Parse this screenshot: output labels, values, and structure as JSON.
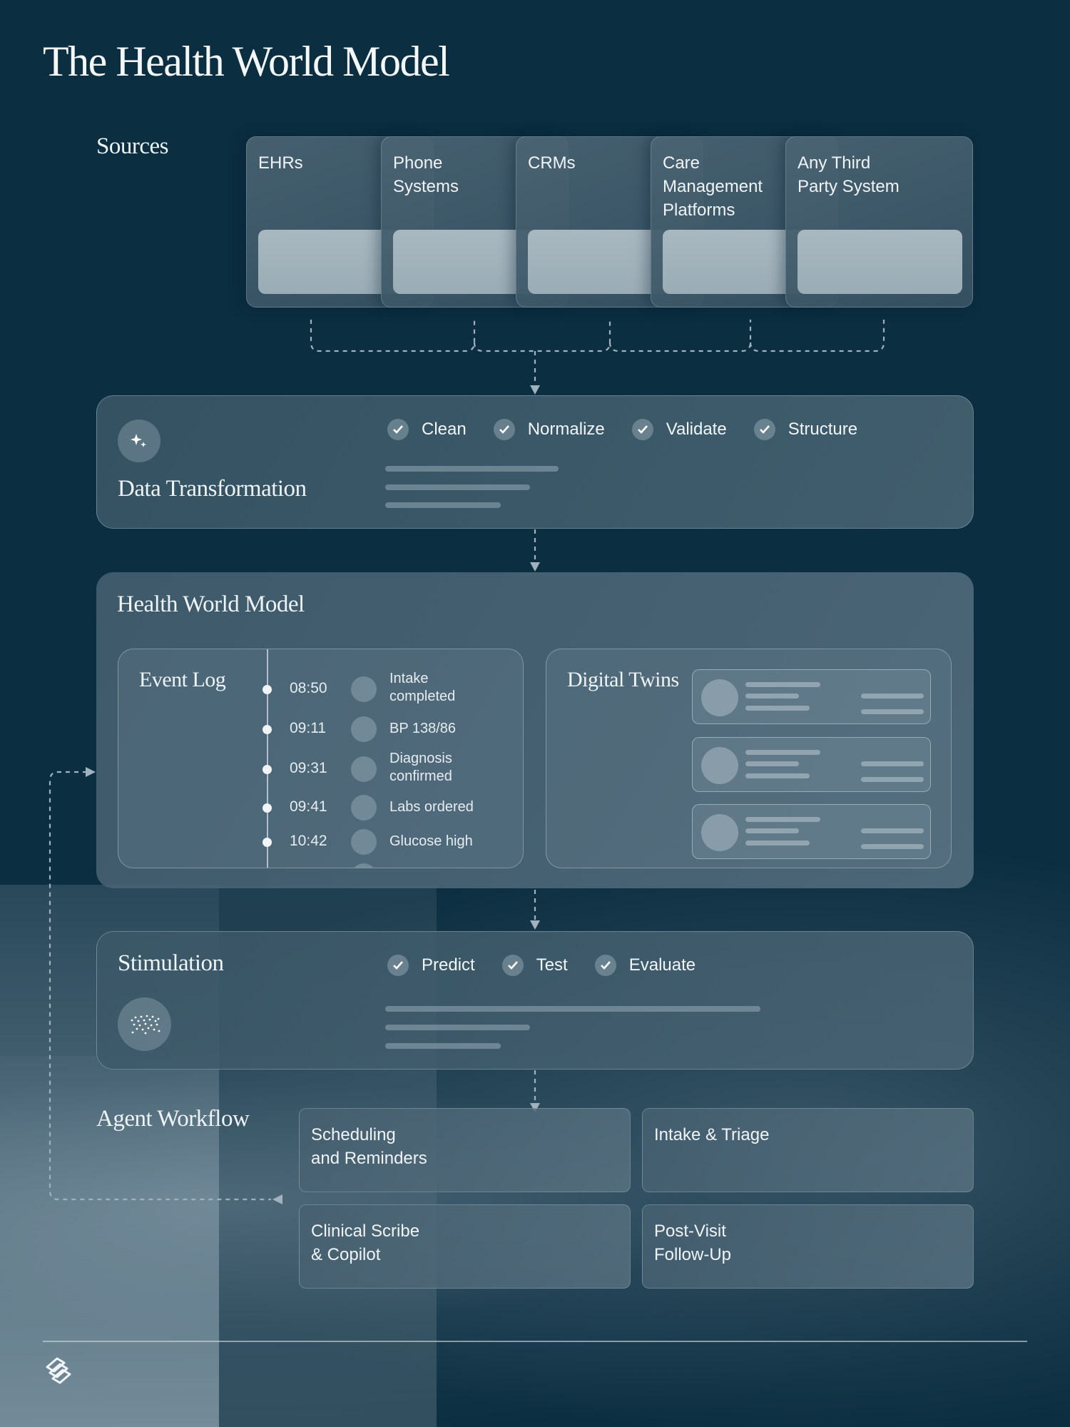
{
  "title": "The Health World Model",
  "sources": {
    "label": "Sources",
    "items": [
      {
        "label": "EHRs"
      },
      {
        "label": "Phone\nSystems"
      },
      {
        "label": "CRMs"
      },
      {
        "label": "Care\nManagement\nPlatforms"
      },
      {
        "label": "Any Third\nParty System"
      }
    ]
  },
  "data_transformation": {
    "label": "Data Transformation",
    "icon": "sparkle-icon",
    "steps": [
      "Clean",
      "Normalize",
      "Validate",
      "Structure"
    ]
  },
  "health_world_model": {
    "label": "Health World Model",
    "event_log": {
      "label": "Event Log",
      "events": [
        {
          "time": "08:50",
          "text": "Intake\ncompleted"
        },
        {
          "time": "09:11",
          "text": "BP 138/86"
        },
        {
          "time": "09:31",
          "text": "Diagnosis\nconfirmed"
        },
        {
          "time": "09:41",
          "text": "Labs ordered"
        },
        {
          "time": "10:42",
          "text": "Glucose high"
        }
      ]
    },
    "digital_twins": {
      "label": "Digital Twins"
    }
  },
  "stimulation": {
    "label": "Stimulation",
    "icon": "particle-cloud-icon",
    "steps": [
      "Predict",
      "Test",
      "Evaluate"
    ]
  },
  "agent_workflow": {
    "label": "Agent Workflow",
    "items": [
      {
        "label": "Scheduling\nand Reminders"
      },
      {
        "label": "Intake & Triage"
      },
      {
        "label": "Clinical Scribe\n& Copilot"
      },
      {
        "label": "Post-Visit\nFollow-Up"
      }
    ]
  },
  "colors": {
    "background": "#0b2e40",
    "text": "#eef3f5",
    "connector": "#9fb2bd"
  }
}
